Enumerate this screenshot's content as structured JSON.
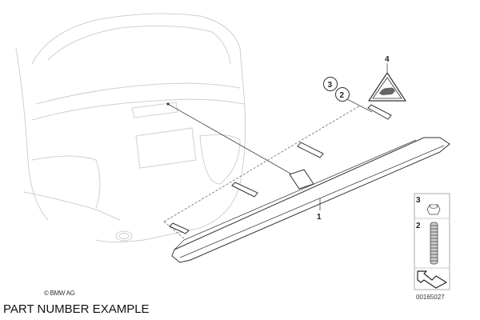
{
  "diagram": {
    "callouts": [
      "1",
      "2",
      "3",
      "4"
    ],
    "legend": [
      {
        "label": "3",
        "icon": "nut-icon"
      },
      {
        "label": "2",
        "icon": "spring-icon"
      },
      {
        "label": "",
        "icon": "arrow-icon"
      }
    ],
    "diagram_number": "00165027",
    "copyright": "© BMW AG"
  },
  "caption": "PART NUMBER EXAMPLE"
}
